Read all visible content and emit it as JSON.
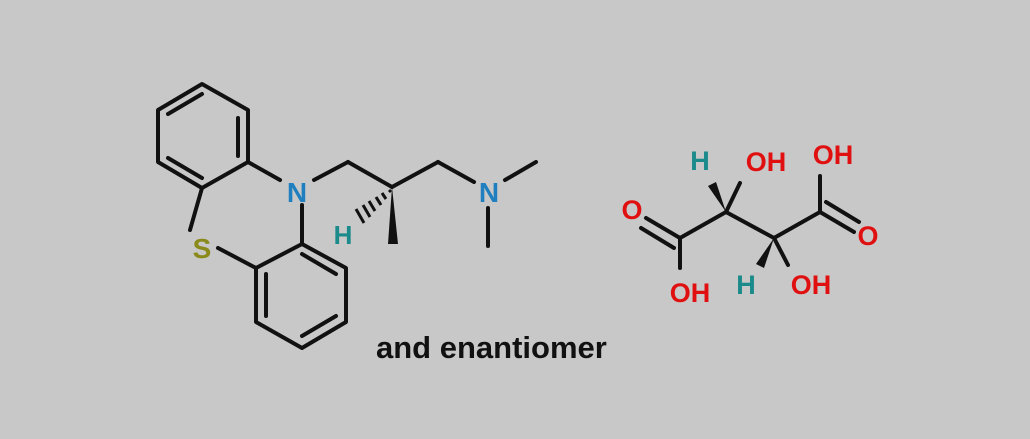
{
  "figure": {
    "caption": "and enantiomer",
    "colors": {
      "background": "#c9c8c9",
      "bond": "#111111",
      "nitrogen": "#1f7fbf",
      "sulfur": "#8a8a1a",
      "oxygen": "#e01010",
      "hydrogen": "#1a8a8a"
    },
    "phenothiazine_molecule": {
      "atom_labels": {
        "n_ring": "N",
        "sulfur": "S",
        "stereo_h": "H",
        "n_amine": "N"
      }
    },
    "tartaric_acid_molecule": {
      "atom_labels": {
        "h_top": "H",
        "oh_top": "OH",
        "oh_acid_right": "OH",
        "o_left": "O",
        "o_right": "O",
        "oh_acid_left": "OH",
        "h_bottom": "H",
        "oh_bottom": "OH"
      }
    }
  }
}
